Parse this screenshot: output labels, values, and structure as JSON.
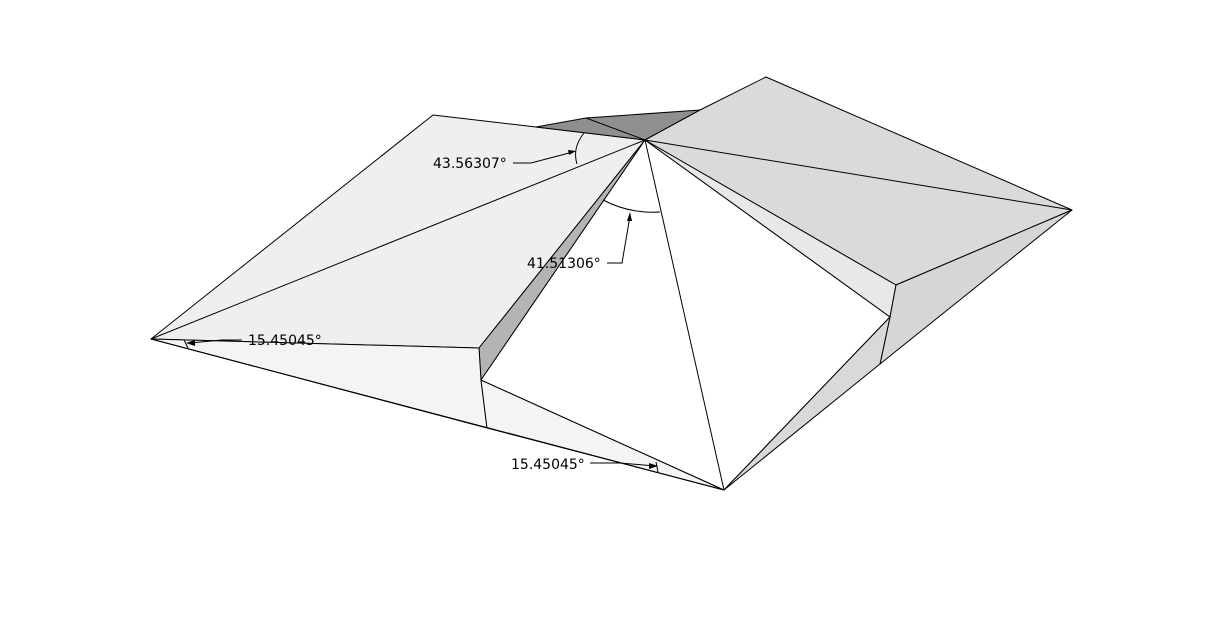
{
  "dimensions": {
    "top_angle": "43.56307°",
    "apex_angle": "41.51306°",
    "left_tip_angle": "15.45045°",
    "bottom_angle": "15.45045°"
  },
  "colors": {
    "background": "#ffffff",
    "face_light": "#efefef",
    "face_front": "#f4f4f4",
    "face_white": "#ffffff",
    "face_right_top": "#dadada",
    "face_right_front": "#d6d6d6",
    "face_dark": "#8f8f8f",
    "face_strip": "#b4b4b4"
  }
}
